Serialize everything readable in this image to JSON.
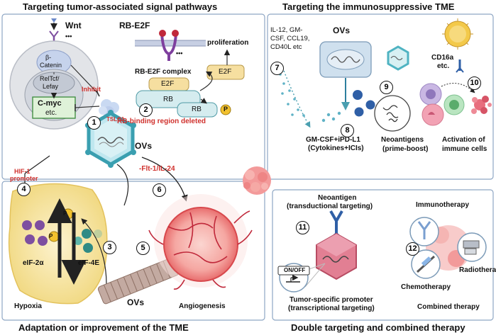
{
  "titles": {
    "top_left": "Targeting tumor-associated signal pathways",
    "top_right": "Targeting the immunosuppressive TME",
    "bottom_left": "Adaptation or improvement of the TME",
    "bottom_right": "Double targeting and combined therapy"
  },
  "wnt": {
    "label": "Wnt",
    "dots": "•••",
    "beta_catenin": [
      "β-",
      "Catenin"
    ],
    "reltcf": [
      "RelTcf/",
      "Lefay"
    ],
    "inhibit": "Inhibit",
    "cmyc": "C-myc",
    "etc": "etc.",
    "tslc1": "TSLC1"
  },
  "rb": {
    "title": "RB-E2F",
    "dots": "•••",
    "proliferation": "proliferation",
    "complex": "RB-E2F complex",
    "e2f_free": "E2F",
    "e2f_complex": "E2F",
    "rb_complex": "RB",
    "rb_free": "RB",
    "p": "P",
    "deleted": "RB-binding region deleted"
  },
  "center": {
    "ovs": "OVs",
    "hif": [
      "HIF-1",
      "promoter"
    ],
    "flt": "-Flt-1/IL-24"
  },
  "immuno": {
    "cytokines_list": [
      "IL-12, GM-",
      "CSF, CCL19,",
      "CD40L etc"
    ],
    "ovs": "OVs",
    "cd16a": [
      "CD16a",
      "etc."
    ],
    "gmcsf": [
      "GM-CSF+iPD-L1",
      "(Cytokines+ICIs)"
    ],
    "neoantigens": [
      "Neoantigens",
      "(prime-boost)"
    ],
    "activation": [
      "Activation of",
      "immune cells"
    ]
  },
  "tme": {
    "p1": "P",
    "p2": "P",
    "eif2a": "eIF-2α",
    "eif4e": "eIF-4E",
    "hypoxia": "Hypoxia",
    "ovs": "OVs",
    "angiogenesis": "Angiogenesis"
  },
  "double": {
    "neoantigen": [
      "Neoantigen",
      "(transductional targeting)"
    ],
    "onoff": "ON/OFF",
    "promoter": [
      "Tumor-specific promoter",
      "(transcriptional targeting)"
    ],
    "immunotherapy": "Immunotherapy",
    "radiotherapy": "Radiotherapy",
    "chemotherapy": "Chemotherapy",
    "combined": "Combined therapy"
  },
  "numbers": [
    "1",
    "2",
    "3",
    "4",
    "5",
    "6",
    "7",
    "8",
    "9",
    "10",
    "11",
    "12"
  ],
  "colors": {
    "panel_border": "#8ea6c4",
    "red_label": "#d0312d",
    "hexagon": "#4fb3c2",
    "nucleus": "#dfe3ea",
    "e2f": "#f6dfa0",
    "rb": "#d5ecef",
    "cmyc": "#dff2d8",
    "phosphate": "#f2c12e",
    "hypoxia_cell": "#f6e3a0",
    "tumor": "#f39a9a"
  }
}
